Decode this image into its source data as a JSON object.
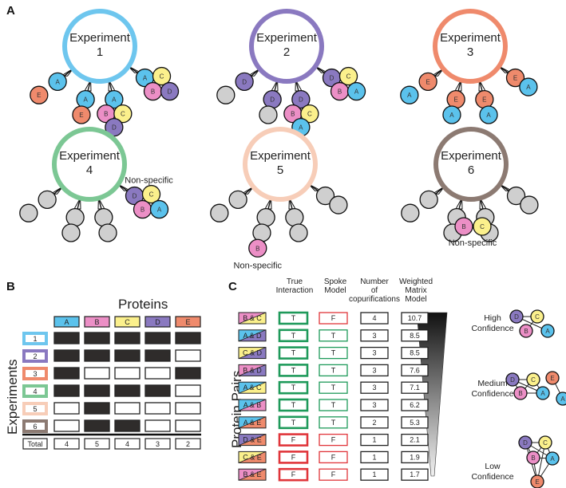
{
  "panel_labels": {
    "a": "A",
    "b": "B",
    "c": "C"
  },
  "colors": {
    "A": "#5bc2ec",
    "B": "#ec8fc6",
    "C": "#fbf08c",
    "D": "#8a79c0",
    "E": "#ef8a6c",
    "grey": "#cfcfcf",
    "filled_cell": "#2f2c2b",
    "true_green": "#1e9a5a",
    "false_red": "#e0353a"
  },
  "experiments": [
    {
      "title": "Experiment",
      "number": "1",
      "color": "#6ec6ee",
      "baits": [
        {
          "preys": [
            "A",
            "E"
          ],
          "label": ""
        },
        {
          "preys": [
            "A",
            "E"
          ],
          "label": ""
        },
        {
          "preys": [
            "A",
            "B",
            "C",
            "D"
          ],
          "label": ""
        },
        {
          "preys": [
            "A",
            "C",
            "B",
            "D"
          ],
          "label": ""
        }
      ]
    },
    {
      "title": "Experiment",
      "number": "2",
      "color": "#8a79c0",
      "baits": [
        {
          "preys": [
            "D",
            "grey"
          ],
          "label": ""
        },
        {
          "preys": [
            "D",
            "grey"
          ],
          "label": ""
        },
        {
          "preys": [
            "D",
            "B",
            "C",
            "A"
          ],
          "label": ""
        },
        {
          "preys": [
            "D",
            "C",
            "B",
            "A"
          ],
          "label": ""
        }
      ]
    },
    {
      "title": "Experiment",
      "number": "3",
      "color": "#ef8a6c",
      "baits": [
        {
          "preys": [
            "E",
            "A"
          ],
          "label": ""
        },
        {
          "preys": [
            "E",
            "A"
          ],
          "label": ""
        },
        {
          "preys": [
            "E",
            "A"
          ],
          "label": ""
        },
        {
          "preys": [
            "E",
            "A"
          ],
          "label": ""
        }
      ]
    },
    {
      "title": "Experiment",
      "number": "4",
      "color": "#7cc794",
      "baits": [
        {
          "preys": [
            "grey",
            "grey"
          ],
          "label": ""
        },
        {
          "preys": [
            "grey",
            "grey"
          ],
          "label": ""
        },
        {
          "preys": [
            "grey",
            "grey"
          ],
          "label": ""
        },
        {
          "preys": [
            "D",
            "C",
            "B",
            "A"
          ],
          "label": "Non-specific"
        }
      ]
    },
    {
      "title": "Experiment",
      "number": "5",
      "color": "#f7cdb8",
      "baits": [
        {
          "preys": [
            "grey",
            "grey"
          ],
          "label": ""
        },
        {
          "preys": [
            "grey",
            "grey",
            "B"
          ],
          "label": "Non-specific"
        },
        {
          "preys": [
            "grey",
            "grey"
          ],
          "label": ""
        },
        {
          "preys": [
            "grey",
            "grey"
          ],
          "label": ""
        }
      ]
    },
    {
      "title": "Experiment",
      "number": "6",
      "color": "#8c7a72",
      "baits": [
        {
          "preys": [
            "grey",
            "grey"
          ],
          "label": ""
        },
        {
          "preys": [
            "grey",
            "grey"
          ],
          "label": ""
        },
        {
          "preys": [
            "grey",
            "grey"
          ],
          "label": ""
        },
        {
          "preys": [
            "grey",
            "grey"
          ],
          "label": ""
        }
      ],
      "nonspecific": {
        "preys": [
          "B",
          "C"
        ],
        "label": "Non-specific"
      }
    }
  ],
  "matrix": {
    "title": "Proteins",
    "row_axis_label": "Experiments",
    "proteins": [
      "A",
      "B",
      "C",
      "D",
      "E"
    ],
    "rows": [
      {
        "label": "1",
        "color": "#6ec6ee",
        "cells": [
          1,
          1,
          1,
          1,
          1
        ]
      },
      {
        "label": "2",
        "color": "#8a79c0",
        "cells": [
          1,
          1,
          1,
          1,
          0
        ]
      },
      {
        "label": "3",
        "color": "#ef8a6c",
        "cells": [
          1,
          0,
          0,
          0,
          1
        ]
      },
      {
        "label": "4",
        "color": "#7cc794",
        "cells": [
          1,
          1,
          1,
          1,
          0
        ]
      },
      {
        "label": "5",
        "color": "#f7cdb8",
        "cells": [
          0,
          1,
          0,
          0,
          0
        ]
      },
      {
        "label": "6",
        "color": "#8c7a72",
        "cells": [
          0,
          1,
          1,
          0,
          0
        ]
      }
    ],
    "total_label": "Total",
    "totals": [
      "4",
      "5",
      "4",
      "3",
      "2"
    ]
  },
  "scoring": {
    "row_axis_label": "Protein Pairs",
    "headers": {
      "true_interaction": [
        "True",
        "Interaction"
      ],
      "spoke_model": [
        "Spoke",
        "Model"
      ],
      "copurifications": [
        "Number",
        "of",
        "copurifications"
      ],
      "weighted_matrix": [
        "Weighted",
        "Matrix",
        "Model"
      ]
    },
    "rows": [
      {
        "pair": "B & C",
        "left": "B",
        "right": "C",
        "true": "T",
        "spoke": "F",
        "copur": "4",
        "wm": "10.7"
      },
      {
        "pair": "A & D",
        "left": "A",
        "right": "D",
        "true": "T",
        "spoke": "T",
        "copur": "3",
        "wm": "8.5"
      },
      {
        "pair": "C & D",
        "left": "C",
        "right": "D",
        "true": "T",
        "spoke": "T",
        "copur": "3",
        "wm": "8.5"
      },
      {
        "pair": "B & D",
        "left": "B",
        "right": "D",
        "true": "T",
        "spoke": "T",
        "copur": "3",
        "wm": "7.6"
      },
      {
        "pair": "A & C",
        "left": "A",
        "right": "C",
        "true": "T",
        "spoke": "T",
        "copur": "3",
        "wm": "7.1"
      },
      {
        "pair": "A & B",
        "left": "A",
        "right": "B",
        "true": "T",
        "spoke": "T",
        "copur": "3",
        "wm": "6.2"
      },
      {
        "pair": "A & E",
        "left": "A",
        "right": "E",
        "true": "T",
        "spoke": "T",
        "copur": "2",
        "wm": "5.3"
      },
      {
        "pair": "D & E",
        "left": "D",
        "right": "E",
        "true": "F",
        "spoke": "F",
        "copur": "1",
        "wm": "2.1"
      },
      {
        "pair": "C & E",
        "left": "C",
        "right": "E",
        "true": "F",
        "spoke": "F",
        "copur": "1",
        "wm": "1.9"
      },
      {
        "pair": "B & E",
        "left": "B",
        "right": "E",
        "true": "F",
        "spoke": "F",
        "copur": "1",
        "wm": "1.7"
      }
    ],
    "confidence_levels": [
      {
        "label": [
          "High",
          "Confidence"
        ],
        "nodes": [
          "D",
          "C",
          "B",
          "A"
        ],
        "edges": [
          [
            "D",
            "C"
          ],
          [
            "D",
            "A"
          ],
          [
            "C",
            "B"
          ]
        ]
      },
      {
        "label": [
          "Medium",
          "Confidence"
        ],
        "nodes": [
          "D",
          "C",
          "B",
          "A",
          "E",
          "A2"
        ],
        "edges": [
          [
            "D",
            "C"
          ],
          [
            "D",
            "A"
          ],
          [
            "C",
            "B"
          ],
          [
            "D",
            "B"
          ],
          [
            "C",
            "A"
          ],
          [
            "B",
            "A"
          ],
          [
            "E",
            "A2"
          ]
        ]
      },
      {
        "label": [
          "Low",
          "Confidence"
        ],
        "nodes": [
          "D",
          "C",
          "B",
          "A",
          "E"
        ],
        "edges": [
          [
            "D",
            "C"
          ],
          [
            "D",
            "A"
          ],
          [
            "C",
            "B"
          ],
          [
            "D",
            "B"
          ],
          [
            "C",
            "A"
          ],
          [
            "B",
            "A"
          ],
          [
            "D",
            "E"
          ],
          [
            "C",
            "E"
          ],
          [
            "B",
            "E"
          ],
          [
            "A",
            "E"
          ]
        ]
      }
    ]
  }
}
